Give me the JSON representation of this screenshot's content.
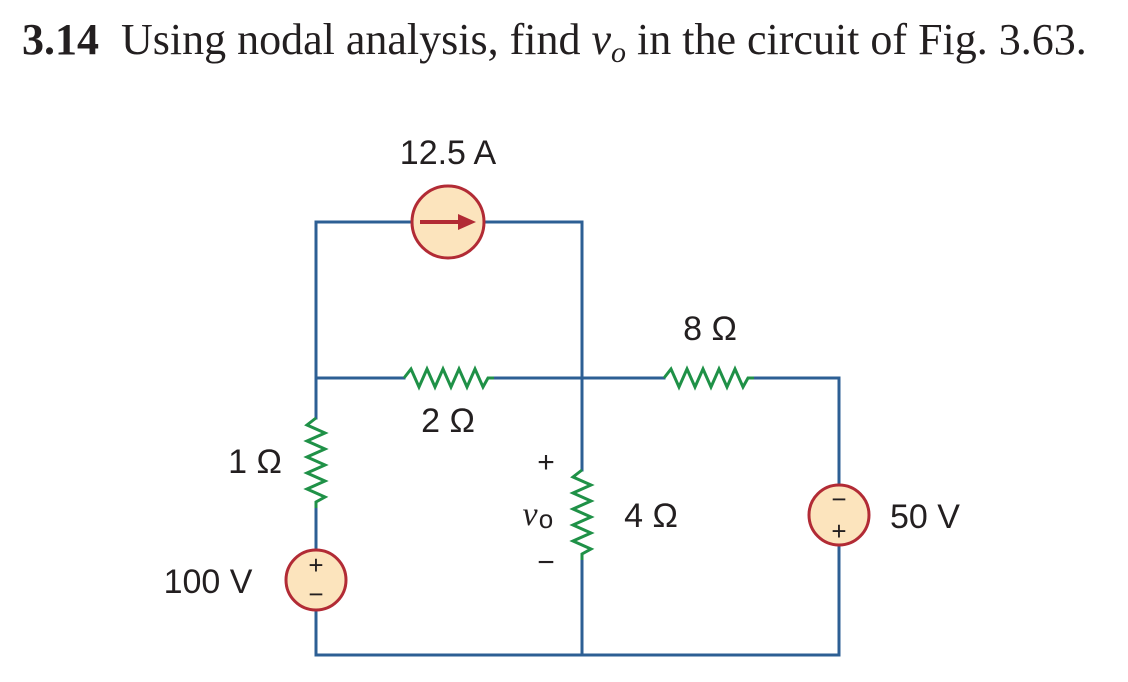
{
  "problem": {
    "number": "3.14",
    "text_before": "Using nodal analysis, find",
    "variable": "v",
    "subscript": "o",
    "text_after": "in the circuit of Fig. 3.63."
  },
  "circuit": {
    "current_source": {
      "label": "12.5 A"
    },
    "resistor_top": {
      "label": "2 Ω"
    },
    "resistor_right": {
      "label": "8 Ω"
    },
    "resistor_left": {
      "label": "1 Ω"
    },
    "resistor_middle": {
      "label": "4 Ω"
    },
    "voltage_source_left": {
      "label": "100 V",
      "plus": "+",
      "minus": "−"
    },
    "voltage_source_right": {
      "label": "50 V",
      "plus": "+",
      "minus": "−"
    },
    "output_voltage": {
      "variable": "v",
      "subscript": "o",
      "plus": "+",
      "minus": "−"
    }
  },
  "colors": {
    "wire": "#2d5f94",
    "resistor": "#1f9147",
    "source_fill": "#fce4bd",
    "source_stroke": "#b22b35",
    "text": "#231f20"
  }
}
